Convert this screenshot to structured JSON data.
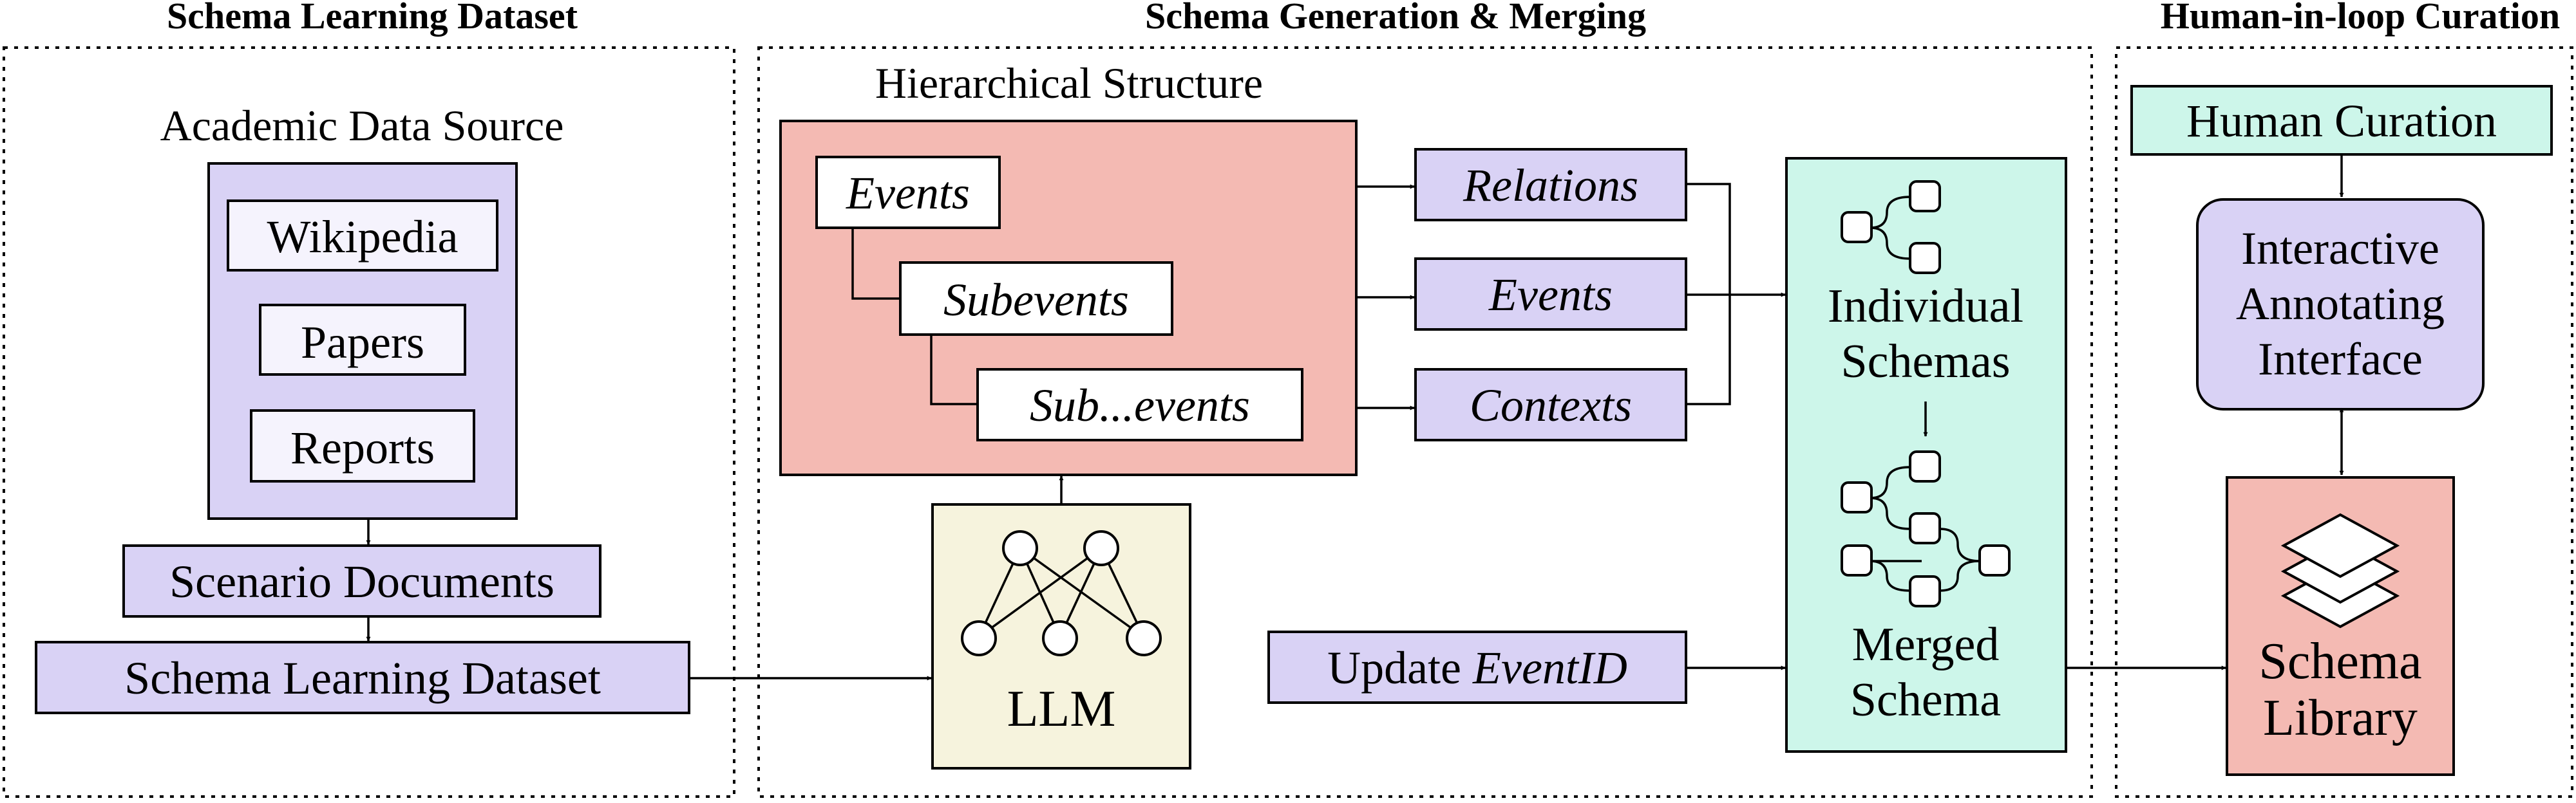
{
  "colors": {
    "purple": "#d9d2f5",
    "purple_light": "#f5f3fd",
    "pink": "#f4bab3",
    "mint": "#cdf6ea",
    "cream": "#f6f3dd"
  },
  "sections": {
    "learning": {
      "title": "Schema Learning Dataset"
    },
    "generation": {
      "title": "Schema Generation & Merging"
    },
    "curation": {
      "title": "Human-in-loop Curation"
    }
  },
  "learning": {
    "source_label": "Academic Data Source",
    "sources": [
      "Wikipedia",
      "Papers",
      "Reports"
    ],
    "scenario_documents": "Scenario Documents",
    "dataset": "Schema Learning Dataset"
  },
  "generation": {
    "hierarchy_label": "Hierarchical Structure",
    "hierarchy_levels": [
      "Events",
      "Subevents",
      "Sub...events"
    ],
    "outputs": [
      "Relations",
      "Events",
      "Contexts"
    ],
    "llm": "LLM",
    "update_prefix": "Update ",
    "update_emph": "EventID",
    "individual": [
      "Individual",
      "Schemas"
    ],
    "merged": [
      "Merged",
      "Schema"
    ]
  },
  "curation": {
    "human": "Human Curation",
    "interface": [
      "Interactive",
      "Annotating",
      "Interface"
    ],
    "library": [
      "Schema",
      "Library"
    ]
  },
  "icons": {
    "llm": "neural-network-icon",
    "individual": "tree-schema-icon",
    "merged": "merged-graph-icon",
    "library": "layers-stack-icon"
  }
}
